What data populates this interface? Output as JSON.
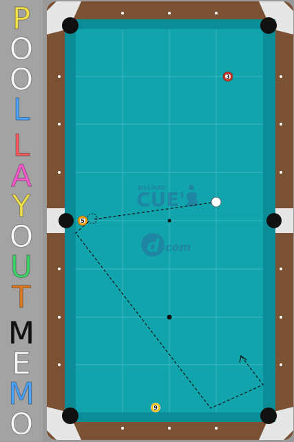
{
  "sidebar": {
    "letters": [
      {
        "char": "P",
        "color": "#f2e14a"
      },
      {
        "char": "O",
        "color": "#f7f7f7"
      },
      {
        "char": "O",
        "color": "#f7f7f7"
      },
      {
        "char": "L",
        "color": "#4aa3ff"
      },
      {
        "char": "L",
        "color": "#ff5e5e"
      },
      {
        "char": "A",
        "color": "#ff58d0"
      },
      {
        "char": "Y",
        "color": "#f2e14a"
      },
      {
        "char": "O",
        "color": "#f7f7f7"
      },
      {
        "char": "U",
        "color": "#3fd66a"
      },
      {
        "char": "T",
        "color": "#e07a1e"
      },
      {
        "char": "M",
        "color": "#111111"
      },
      {
        "char": "E",
        "color": "#f7f7f7"
      },
      {
        "char": "M",
        "color": "#4aa3ff"
      },
      {
        "char": "O",
        "color": "#f7f7f7"
      }
    ]
  },
  "table": {
    "felt_color": "#11a4ad",
    "cushion_color": "#0b8c96",
    "rail_color": "#7a5233",
    "pocket_color": "#111111"
  },
  "logo": {
    "small_text": "BILLIARD",
    "main_text": "CUE'S",
    "domain_letter": "d",
    "domain_text": "com"
  },
  "balls": [
    {
      "number": "3",
      "color": "#c0392b"
    },
    {
      "number": "5",
      "color": "#f39c12"
    },
    {
      "number": "9",
      "color": "#f1c40f"
    }
  ]
}
